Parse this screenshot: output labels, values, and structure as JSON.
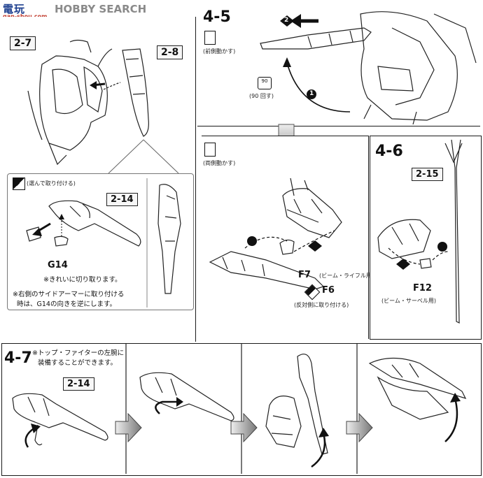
{
  "watermark": {
    "site": "電玩",
    "url": "gan-shou.com",
    "brand": "HOBBY SEARCH"
  },
  "step_4_5": {
    "number": "4-5",
    "caption_move": "(前側動かす)",
    "arrow_label_2": "2",
    "arrow_label_1": "1",
    "rotate_badge": "90",
    "rotate_caption": "(90 回す)",
    "caption_both": "(両側動かす)",
    "part_f7": "F7",
    "part_f7_note": "(ビーム・ライフル用)",
    "part_f6": "F6",
    "opposite_note": "(反対側に取り付ける)"
  },
  "step_4_6": {
    "number": "4-6",
    "tag": "2-15",
    "part": "F12",
    "part_note": "(ビーム・サーベル用)"
  },
  "top_left": {
    "tag_a": "2-7",
    "tag_b": "2-8",
    "inset_caption": "(選んで取り付ける)",
    "inset_tag": "2-14",
    "part": "G14",
    "cut_note": "※きれいに切り取ります。",
    "side_note_1": "※右側のサイドアーマーに取り付ける",
    "side_note_2": "時は、G14の向きを逆にします。"
  },
  "step_4_7": {
    "number": "4-7",
    "note_1": "※トップ・ファイターの左腕に",
    "note_2": "装備することができます。",
    "tag": "2-14"
  }
}
